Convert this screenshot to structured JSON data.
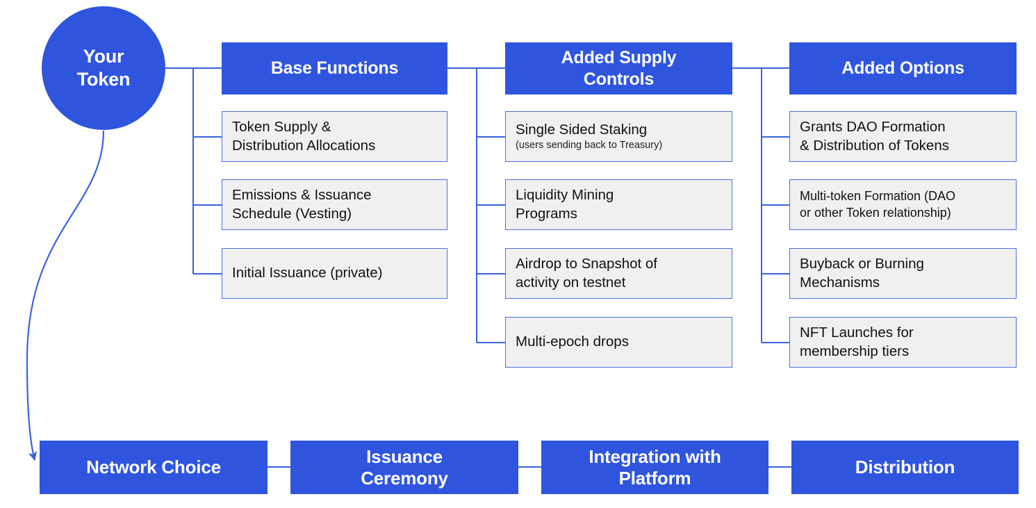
{
  "diagram": {
    "root": {
      "label": "Your\nToken",
      "shape": "circle",
      "color": "#2f55df"
    },
    "colors": {
      "brand_blue": "#2f55df",
      "leaf_fill": "#f0f0f0",
      "leaf_border": "#4a6fe3",
      "wire": "#3a62e0",
      "header_text": "#ffffff",
      "leaf_text": "#111111"
    },
    "columns": [
      {
        "header": "Base Functions",
        "items": [
          {
            "label": "Token Supply &\nDistribution Allocations",
            "sub": "",
            "size": "normal"
          },
          {
            "label": "Emissions & Issuance\nSchedule (Vesting)",
            "sub": "",
            "size": "normal"
          },
          {
            "label": "Initial Issuance (private)",
            "sub": "",
            "size": "normal"
          }
        ]
      },
      {
        "header": "Added Supply\nControls",
        "items": [
          {
            "label": "Single Sided Staking",
            "sub": "(users sending back to Treasury)",
            "size": "normal"
          },
          {
            "label": "Liquidity Mining\nPrograms",
            "sub": "",
            "size": "normal"
          },
          {
            "label": "Airdrop to Snapshot of\nactivity on testnet",
            "sub": "",
            "size": "normal"
          },
          {
            "label": "Multi-epoch drops",
            "sub": "",
            "size": "normal"
          }
        ]
      },
      {
        "header": "Added Options",
        "items": [
          {
            "label": "Grants DAO Formation\n& Distribution of Tokens",
            "sub": "",
            "size": "normal"
          },
          {
            "label": "Multi-token Formation (DAO\nor other Token relationship)",
            "sub": "",
            "size": "small"
          },
          {
            "label": "Buyback or Burning\nMechanisms",
            "sub": "",
            "size": "normal"
          },
          {
            "label": "NFT Launches for\nmembership tiers",
            "sub": "",
            "size": "normal"
          }
        ]
      }
    ],
    "process_steps": [
      {
        "label": "Network Choice"
      },
      {
        "label": "Issuance\nCeremony"
      },
      {
        "label": "Integration with\nPlatform"
      },
      {
        "label": "Distribution"
      }
    ]
  }
}
